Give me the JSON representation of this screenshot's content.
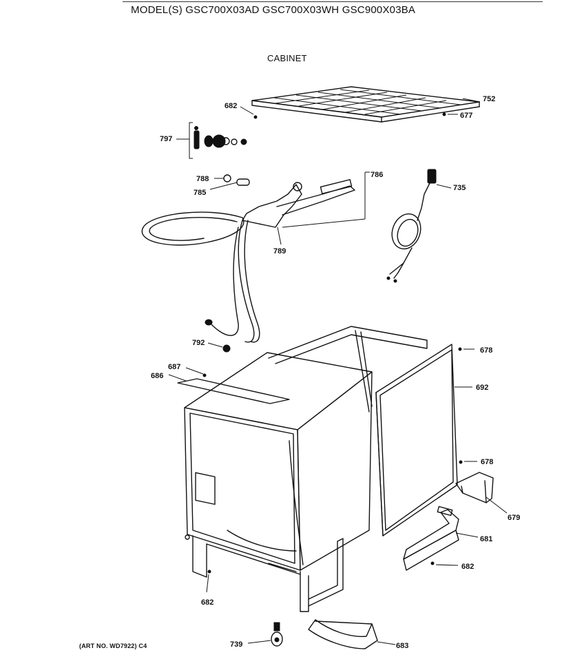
{
  "header": {
    "title": "MODEL(S) GSC700X03AD  GSC700X03WH  GSC900X03BA",
    "section": "CABINET",
    "art_no": "(ART NO. WD7922) C4"
  },
  "callouts": [
    {
      "id": "c752",
      "text": "752"
    },
    {
      "id": "c677",
      "text": "677"
    },
    {
      "id": "c682a",
      "text": "682"
    },
    {
      "id": "c797",
      "text": "797"
    },
    {
      "id": "c788",
      "text": "788"
    },
    {
      "id": "c785",
      "text": "785"
    },
    {
      "id": "c786",
      "text": "786"
    },
    {
      "id": "c735",
      "text": "735"
    },
    {
      "id": "c789",
      "text": "789"
    },
    {
      "id": "c792",
      "text": "792"
    },
    {
      "id": "c678a",
      "text": "678"
    },
    {
      "id": "c687",
      "text": "687"
    },
    {
      "id": "c686",
      "text": "686"
    },
    {
      "id": "c692",
      "text": "692"
    },
    {
      "id": "c678b",
      "text": "678"
    },
    {
      "id": "c679",
      "text": "679"
    },
    {
      "id": "c681",
      "text": "681"
    },
    {
      "id": "c682b",
      "text": "682"
    },
    {
      "id": "c682c",
      "text": "682"
    },
    {
      "id": "c739",
      "text": "739"
    },
    {
      "id": "c683",
      "text": "683"
    }
  ]
}
